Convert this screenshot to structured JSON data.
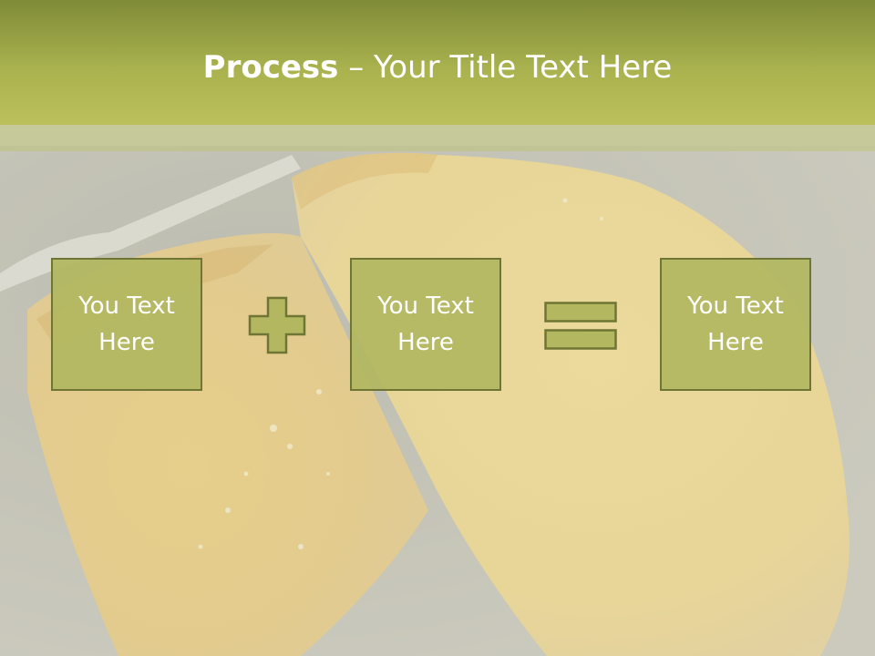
{
  "slide": {
    "title_bold": "Process",
    "title_dash": " – ",
    "title_rest": "Your Title Text Here"
  },
  "boxes": [
    {
      "text": "You Text Here"
    },
    {
      "text": "You Text Here"
    },
    {
      "text": "You Text Here"
    }
  ],
  "operators": [
    "plus-icon",
    "equals-icon"
  ],
  "colors": {
    "title_bar": "#a9b24e",
    "box_fill": "#b2b760",
    "box_border": "#6f7534",
    "text": "#ffffff"
  }
}
